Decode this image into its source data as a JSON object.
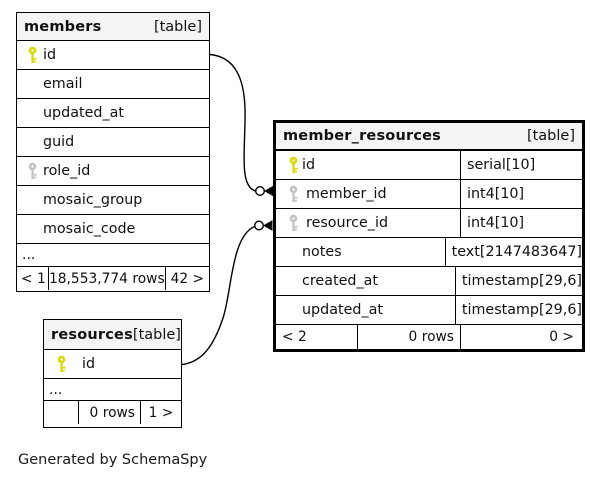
{
  "note": "Generated by SchemaSpy",
  "icons": {
    "primary_key_color": "#d9d900",
    "foreign_key_color": "#c2c2c2"
  },
  "colors": {
    "header_bg": "#f4f4f4",
    "border": "#000000"
  },
  "tables": {
    "members": {
      "title": "members",
      "tag": "[table]",
      "rows": [
        {
          "name": "id",
          "key": "primary"
        },
        {
          "name": "email"
        },
        {
          "name": "updated_at"
        },
        {
          "name": "guid"
        },
        {
          "name": "role_id",
          "key": "foreign"
        },
        {
          "name": "mosaic_group"
        },
        {
          "name": "mosaic_code"
        }
      ],
      "ellipsis": "...",
      "footer": {
        "prev": "< 1",
        "count": "18,553,774 rows",
        "next": "42 >"
      }
    },
    "member_resources": {
      "title": "member_resources",
      "tag": "[table]",
      "rows": [
        {
          "name": "id",
          "type": "serial[10]",
          "key": "primary"
        },
        {
          "name": "member_id",
          "type": "int4[10]",
          "key": "foreign"
        },
        {
          "name": "resource_id",
          "type": "int4[10]",
          "key": "foreign"
        },
        {
          "name": "notes",
          "type": "text[2147483647]"
        },
        {
          "name": "created_at",
          "type": "timestamp[29,6]"
        },
        {
          "name": "updated_at",
          "type": "timestamp[29,6]"
        }
      ],
      "footer": {
        "prev": "< 2",
        "count": "0 rows",
        "next": "0 >"
      }
    },
    "resources": {
      "title": "resources",
      "tag": "[table]",
      "rows": [
        {
          "name": "id",
          "key": "primary"
        }
      ],
      "ellipsis": "...",
      "footer": {
        "prev": "",
        "count": "0 rows",
        "next": "1 >"
      }
    }
  },
  "relationships": [
    {
      "from": "members.id",
      "to": "member_resources.member_id"
    },
    {
      "from": "resources.id",
      "to": "member_resources.resource_id"
    }
  ]
}
